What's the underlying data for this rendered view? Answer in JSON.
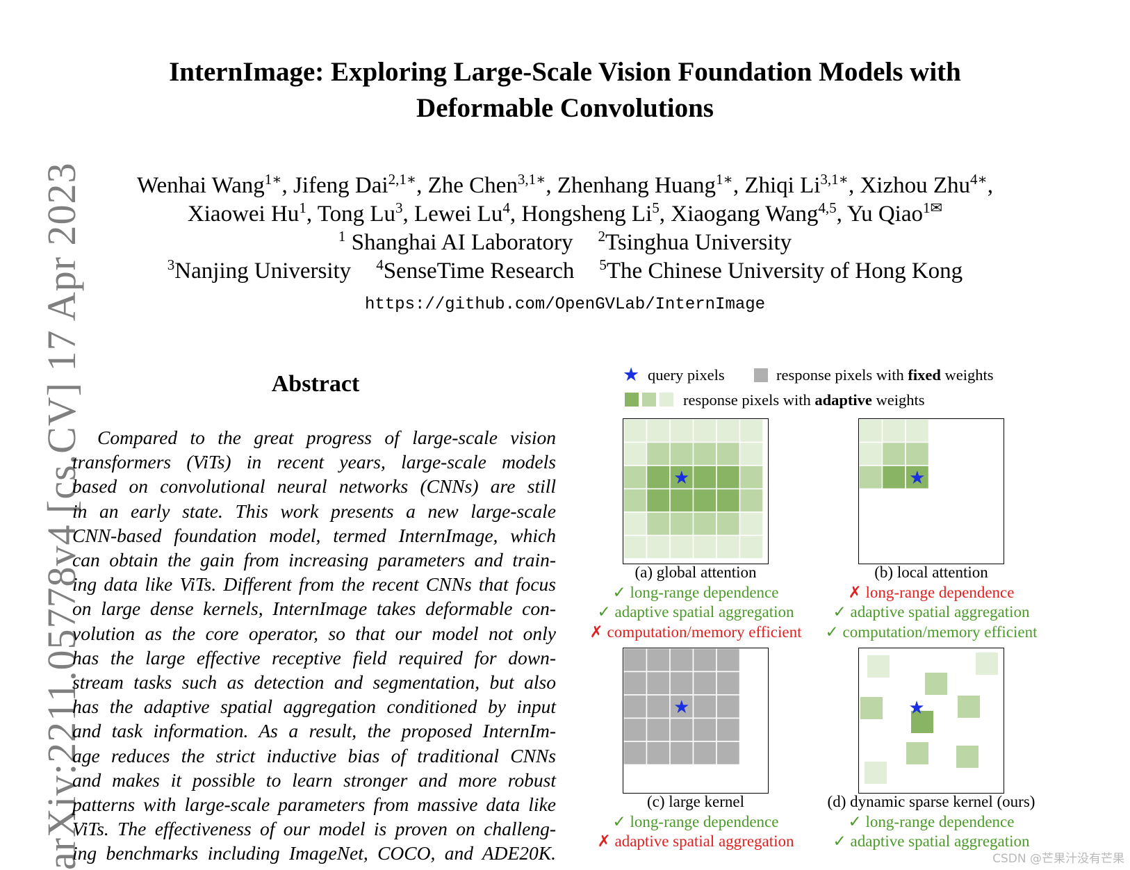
{
  "title_line1": "InternImage: Exploring Large-Scale Vision Foundation Models with",
  "title_line2": "Deformable Convolutions",
  "authors": [
    [
      [
        "Wenhai Wang",
        "1∗"
      ],
      [
        "Jifeng Dai",
        "2,1∗"
      ],
      [
        "Zhe Chen",
        "3,1∗"
      ],
      [
        "Zhenhang Huang",
        "1∗"
      ],
      [
        "Zhiqi Li",
        "3,1∗"
      ],
      [
        "Xizhou Zhu",
        "4∗"
      ]
    ],
    [
      [
        "Xiaowei Hu",
        "1"
      ],
      [
        "Tong Lu",
        "3"
      ],
      [
        "Lewei Lu",
        "4"
      ],
      [
        "Hongsheng Li",
        "5"
      ],
      [
        "Xiaogang Wang",
        "4,5"
      ],
      [
        "Yu Qiao",
        "1✉"
      ]
    ]
  ],
  "affiliations": [
    [
      [
        "1",
        " Shanghai AI Laboratory"
      ],
      [
        "2",
        "Tsinghua University"
      ]
    ],
    [
      [
        "3",
        "Nanjing University"
      ],
      [
        "4",
        "SenseTime Research"
      ],
      [
        "5",
        "The Chinese University of Hong Kong"
      ]
    ]
  ],
  "url": "https://github.com/OpenGVLab/InternImage",
  "arxiv_stamp": "arXiv:2211.05778v4  [cs.CV]  17 Apr 2023",
  "abstract_heading": "Abstract",
  "abstract_lines": [
    "Compared to the great progress of large-scale vision",
    "transformers (ViTs) in recent years, large-scale models",
    "based on convolutional neural networks (CNNs) are still",
    "in an early state.  This work presents a new large-scale",
    "CNN-based foundation model, termed InternImage, which",
    "can obtain the gain from increasing parameters and train-",
    "ing data like ViTs. Different from the recent CNNs that focus",
    "on large dense kernels, InternImage takes deformable con-",
    "volution as the core operator, so that our model not only",
    "has the large effective receptive field required for down-",
    "stream tasks such as detection and segmentation, but also",
    "has the adaptive spatial aggregation conditioned by input",
    "and task information.  As a result, the proposed InternIm-",
    "age reduces the strict inductive bias of traditional CNNs",
    "and makes it possible to learn stronger and more robust",
    "patterns with large-scale parameters from massive data like",
    "ViTs. The effectiveness of our model is proven on challeng-",
    "ing benchmarks including ImageNet, COCO, and ADE20K."
  ],
  "figure": {
    "legend_query": "query pixels",
    "legend_fixed_pre": "response pixels with ",
    "legend_fixed_bold": "fixed",
    "legend_fixed_post": " weights",
    "legend_adaptive_pre": "response pixels with ",
    "legend_adaptive_bold": "adaptive",
    "legend_adaptive_post": " weights",
    "colors": {
      "dark": "#88b464",
      "mid": "#bcd6a6",
      "light": "#e2eed8",
      "gray": "#b0b0b0",
      "star": "#1a2fe0",
      "ok": "#4c9a2a",
      "bad": "#e02020"
    },
    "panels": [
      {
        "caption": "(a) global attention",
        "props": [
          [
            "✓",
            "long-range dependence",
            true
          ],
          [
            "✓",
            "adaptive spatial aggregation",
            true
          ],
          [
            "✗",
            "computation/memory efficient",
            false
          ]
        ]
      },
      {
        "caption": "(b) local attention",
        "props": [
          [
            "✗",
            "long-range dependence",
            false
          ],
          [
            "✓",
            "adaptive spatial aggregation",
            true
          ],
          [
            "✓",
            "computation/memory efficient",
            true
          ]
        ]
      },
      {
        "caption": "(c) large kernel",
        "props": [
          [
            "✓",
            "long-range dependence",
            true
          ],
          [
            "✗",
            "adaptive spatial aggregation",
            false
          ]
        ]
      },
      {
        "caption": "(d) dynamic sparse kernel (ours)",
        "props": [
          [
            "✓",
            "long-range dependence",
            true
          ],
          [
            "✓",
            "adaptive spatial aggregation",
            true
          ]
        ]
      }
    ]
  },
  "watermark": "CSDN @芒果汁没有芒果"
}
